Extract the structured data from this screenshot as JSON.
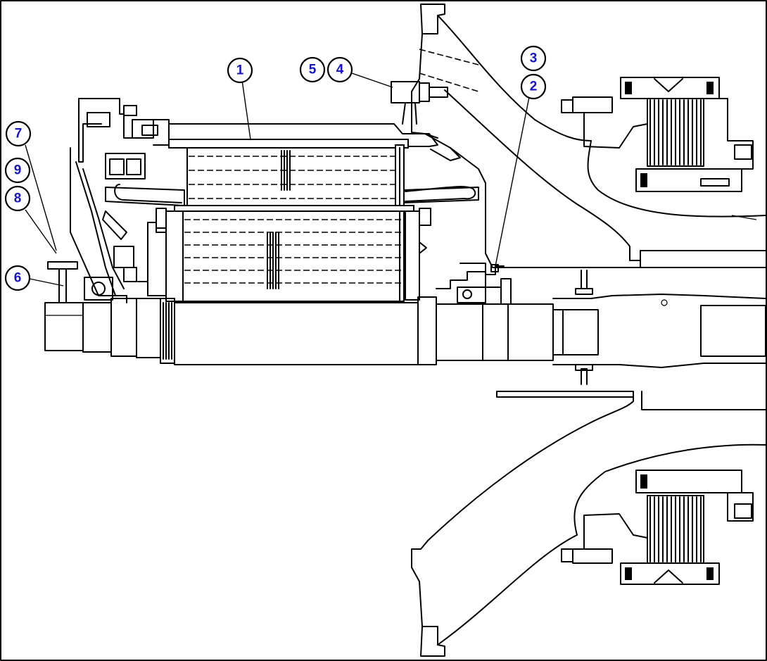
{
  "callouts": [
    {
      "id": "callout-1",
      "label": "1"
    },
    {
      "id": "callout-2",
      "label": "2"
    },
    {
      "id": "callout-3",
      "label": "3"
    },
    {
      "id": "callout-4",
      "label": "4"
    },
    {
      "id": "callout-5",
      "label": "5"
    },
    {
      "id": "callout-6",
      "label": "6"
    },
    {
      "id": "callout-7",
      "label": "7"
    },
    {
      "id": "callout-8",
      "label": "8"
    },
    {
      "id": "callout-9",
      "label": "9"
    }
  ],
  "colors": {
    "callout_text": "#1515c8",
    "line": "#000000",
    "background": "#ffffff"
  }
}
